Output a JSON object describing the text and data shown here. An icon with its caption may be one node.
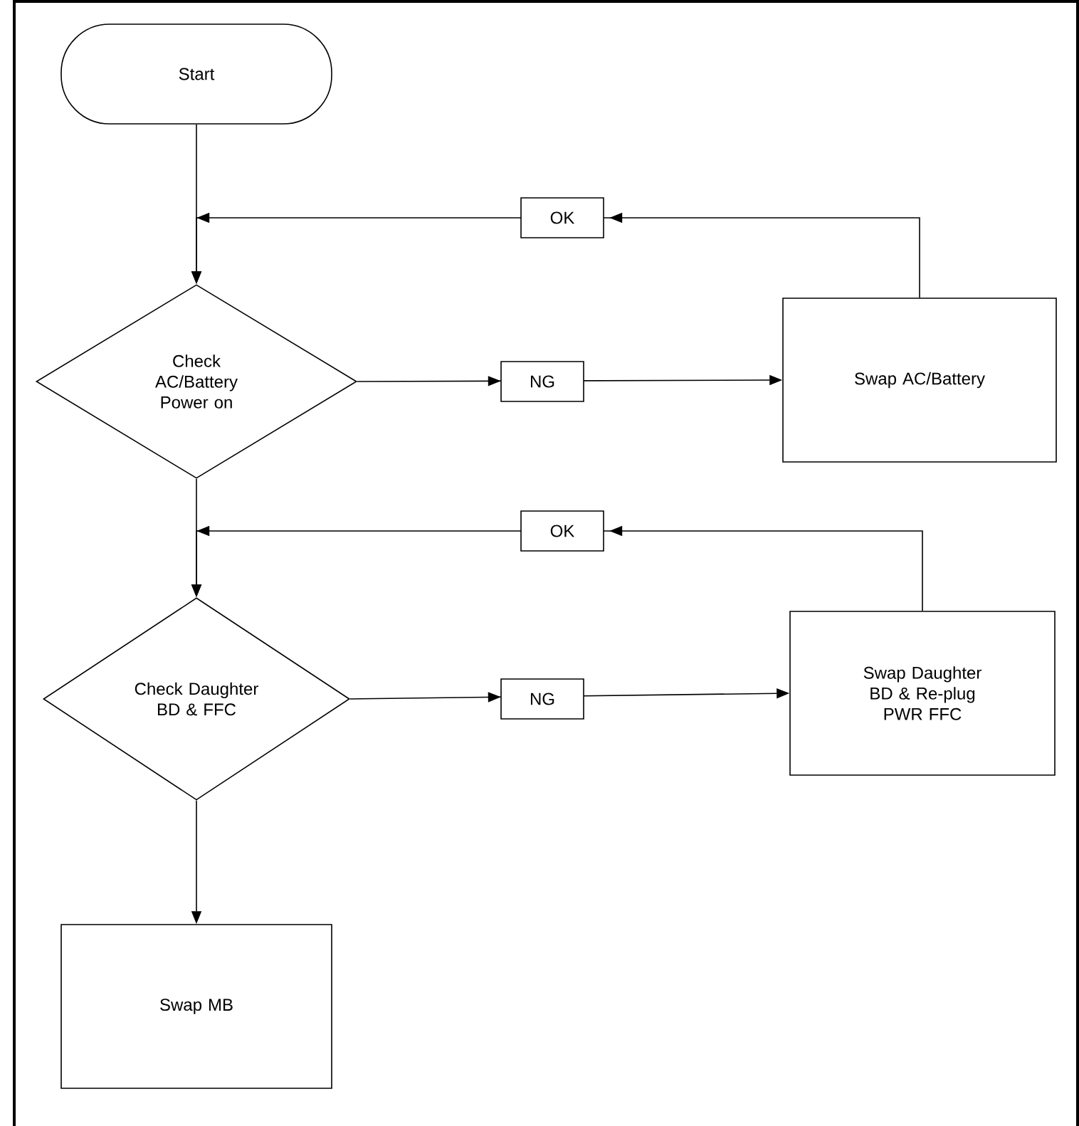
{
  "diagram": {
    "nodes": [
      {
        "text": [
          "Start"
        ]
      },
      {
        "text": [
          "Check AC/Battery Power on"
        ]
      },
      {
        "text": [
          "Swap AC/Battery"
        ]
      },
      {
        "text": [
          "Check Daughter BD & FFC"
        ]
      },
      {
        "text": [
          "Swap Daughter BD & Re-plug PWR FFC"
        ]
      },
      {
        "text": [
          "Swap MB"
        ]
      }
    ],
    "edges": [
      {
        "from": 0,
        "to": 1,
        "arrow": "to"
      },
      {
        "from": 1,
        "to": 2,
        "arrow": "to",
        "label": "NG"
      },
      {
        "from": 2,
        "to": 1,
        "arrow": "to",
        "label": "OK"
      },
      {
        "from": 1,
        "to": 3,
        "arrow": "to"
      },
      {
        "from": 3,
        "to": 4,
        "arrow": "to",
        "label": "NG"
      },
      {
        "from": 4,
        "to": 3,
        "arrow": "to",
        "label": "OK"
      },
      {
        "from": 3,
        "to": 5,
        "arrow": "to"
      }
    ]
  }
}
